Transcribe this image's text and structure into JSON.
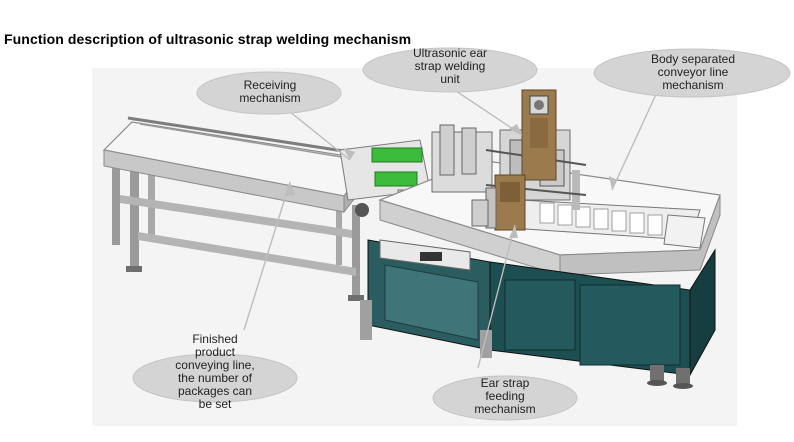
{
  "title": "Function description of ultrasonic strap welding mechanism",
  "callouts": {
    "receiving": [
      "Receiving",
      "mechanism"
    ],
    "welding": [
      "Ultrasonic ear",
      "strap welding",
      "unit"
    ],
    "conveyor": [
      "Body separated",
      "conveyor line",
      "mechanism"
    ],
    "finished": [
      "Finished",
      "product",
      "conveying line,",
      "the number of",
      "packages can",
      "be set"
    ],
    "feeding": [
      "Ear strap",
      "feeding",
      "mechanism"
    ]
  },
  "colors": {
    "callout_fill": "#d4d4d4",
    "cabinet_teal": "#1d4e52",
    "frame_grey": "#8c8c8c",
    "table_white": "#fafafa",
    "mechanism_green": "#3dbb3d",
    "feeder_brown": "#9b7a4e"
  }
}
